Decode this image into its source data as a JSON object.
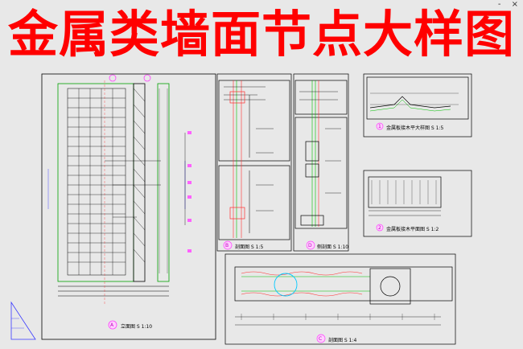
{
  "title": "金属类墙面节点大样图",
  "window_controls": [
    "-",
    "×"
  ],
  "labels": {
    "elev_a": "立面图 S 1:10",
    "sec_b": "剖面图 S 1:5",
    "sec_d": "侧剖面 S 1:10",
    "sec_c": "剖面图 S 1:4",
    "detail_1": "金属板接木平大样图 S 1:5",
    "detail_2": "金属板接木平面图 S 1:2"
  },
  "markers": {
    "a": "A",
    "b": "B",
    "c": "C",
    "d": "D",
    "one": "1",
    "two": "2"
  },
  "colors": {
    "title": "#ff0000",
    "line_green": "#00c000",
    "line_red": "#ff3030",
    "line_blue": "#5050ff",
    "tag": "#ff40ff",
    "cyan": "#00c8ff"
  }
}
